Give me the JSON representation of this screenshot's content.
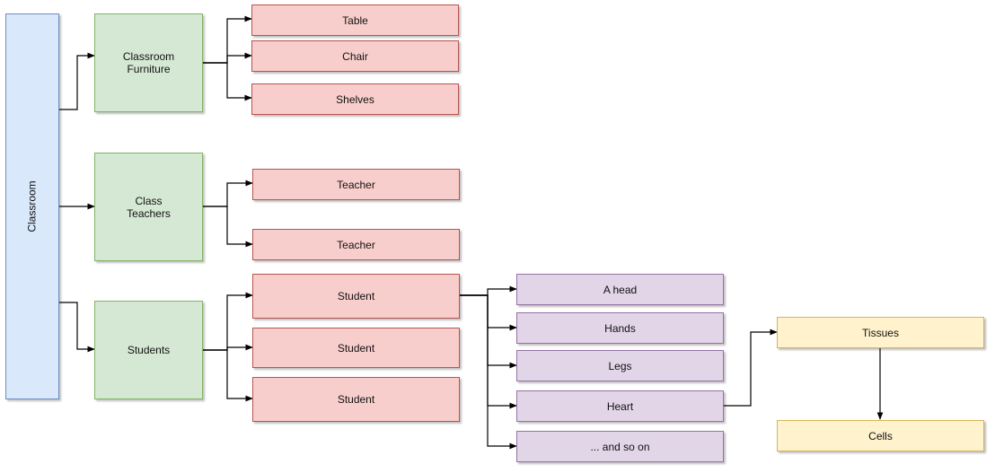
{
  "root": {
    "label": "Classroom"
  },
  "groups": {
    "furniture": "Classroom\nFurniture",
    "teachers": "Class\nTeachers",
    "students": "Students"
  },
  "furniture_items": [
    "Table",
    "Chair",
    "Shelves"
  ],
  "teacher_items": [
    "Teacher",
    "Teacher"
  ],
  "student_items": [
    "Student",
    "Student",
    "Student"
  ],
  "parts": [
    "A head",
    "Hands",
    "Legs",
    "Heart",
    "... and so on"
  ],
  "tissues": "Tissues",
  "cells": "Cells",
  "colors": {
    "root_fill": "#dae8fc",
    "group_fill": "#d5e8d4",
    "item_fill": "#f8cecc",
    "part_fill": "#e1d5e7",
    "tissue_fill": "#fff2cc",
    "edge": "#000000"
  }
}
